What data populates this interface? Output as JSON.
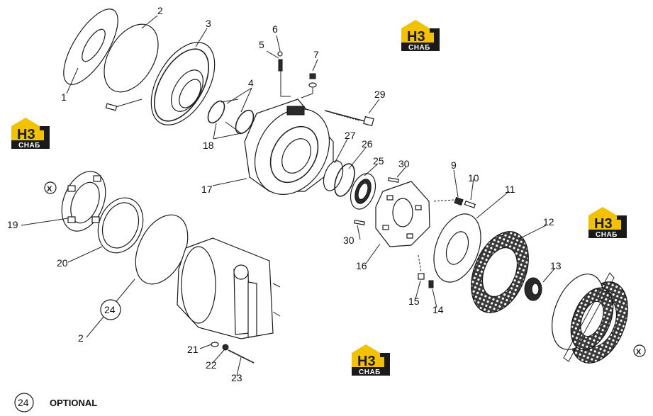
{
  "parts": [
    {
      "id": "p1",
      "text": "1"
    },
    {
      "id": "p2a",
      "text": "2"
    },
    {
      "id": "p2b",
      "text": "2"
    },
    {
      "id": "p3",
      "text": "3"
    },
    {
      "id": "p4",
      "text": "4"
    },
    {
      "id": "p5",
      "text": "5"
    },
    {
      "id": "p6",
      "text": "6"
    },
    {
      "id": "p7",
      "text": "7"
    },
    {
      "id": "p9",
      "text": "9"
    },
    {
      "id": "p10",
      "text": "10"
    },
    {
      "id": "p11",
      "text": "11"
    },
    {
      "id": "p12",
      "text": "12"
    },
    {
      "id": "p13",
      "text": "13"
    },
    {
      "id": "p14",
      "text": "14"
    },
    {
      "id": "p15",
      "text": "15"
    },
    {
      "id": "p16",
      "text": "16"
    },
    {
      "id": "p17",
      "text": "17"
    },
    {
      "id": "p18",
      "text": "18"
    },
    {
      "id": "p19",
      "text": "19"
    },
    {
      "id": "p20",
      "text": "20"
    },
    {
      "id": "p21",
      "text": "21"
    },
    {
      "id": "p22",
      "text": "22"
    },
    {
      "id": "p23",
      "text": "23"
    },
    {
      "id": "p24",
      "text": "24"
    },
    {
      "id": "p25",
      "text": "25"
    },
    {
      "id": "p26",
      "text": "26"
    },
    {
      "id": "p27",
      "text": "27"
    },
    {
      "id": "p29",
      "text": "29"
    },
    {
      "id": "p30a",
      "text": "30"
    },
    {
      "id": "p30b",
      "text": "30"
    },
    {
      "id": "xa",
      "text": "X"
    },
    {
      "id": "xb",
      "text": "X"
    }
  ],
  "legend": {
    "symbol": "24",
    "text": "OPTIONAL"
  },
  "watermark": {
    "top": "H3",
    "bottom": "СНАБ",
    "accent_color": "#f2c200",
    "dark_color": "#1a1a1a"
  }
}
